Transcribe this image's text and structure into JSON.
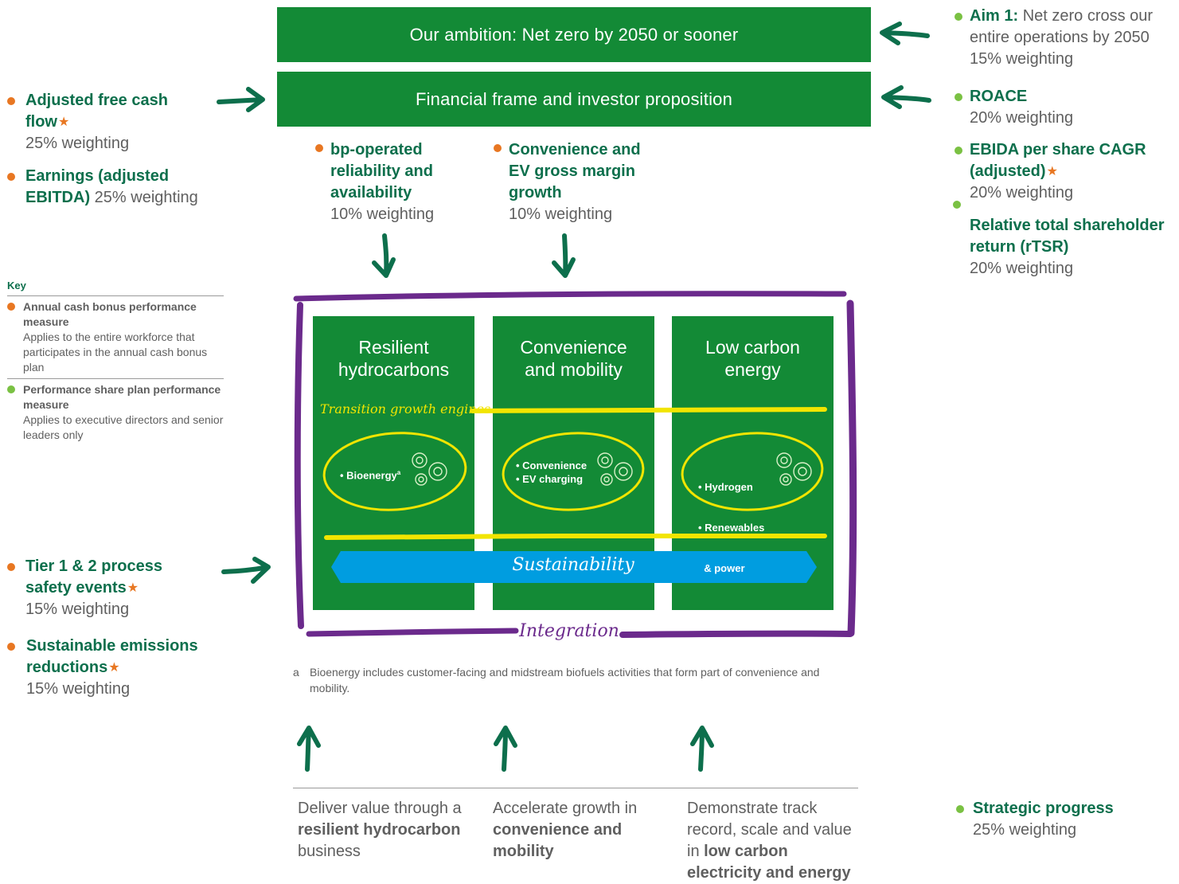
{
  "header": {
    "ambition": "Our ambition: Net zero by 2050 or sooner",
    "financial": "Financial frame and investor proposition"
  },
  "left_measures": [
    {
      "title": "Adjusted free cash flow",
      "weighting": "25% weighting"
    },
    {
      "title": "Earnings (adjusted EBITDA)",
      "weighting": "25% weighting"
    },
    {
      "title": "Tier 1 & 2 process safety events",
      "weighting": "15% weighting"
    },
    {
      "title": "Sustainable emissions reductions",
      "weighting": "15% weighting"
    }
  ],
  "center_measures": [
    {
      "title": "bp-operated reliability and availability",
      "weighting": "10% weighting"
    },
    {
      "title": "Convenience and EV gross margin growth",
      "weighting": "10% weighting"
    }
  ],
  "right_measures": [
    {
      "title": "Aim 1:",
      "text": "Net zero cross our entire operations by 2050",
      "weighting": "15% weighting"
    },
    {
      "title": "ROACE",
      "weighting": "20% weighting"
    },
    {
      "title": "EBIDA per share CAGR (adjusted)",
      "weighting": "20% weighting"
    },
    {
      "title": "Relative total shareholder return (rTSR)",
      "weighting": "20% weighting"
    },
    {
      "title": "Strategic progress",
      "weighting": "25% weighting"
    }
  ],
  "key": {
    "title": "Key",
    "annual_title": "Annual cash bonus performance measure",
    "annual_desc": "Applies to the entire workforce that participates in the annual cash bonus plan",
    "psp_title": "Performance share plan performance measure",
    "psp_desc": "Applies to executive directors and senior leaders only"
  },
  "pillars": [
    {
      "title": "Resilient hydrocarbons",
      "engines": [
        "• Bioenergy"
      ],
      "engine_sup": "a"
    },
    {
      "title": "Convenience and mobility",
      "engines": [
        "• Convenience",
        "• EV charging"
      ]
    },
    {
      "title": "Low carbon energy",
      "engines": [
        "• Hydrogen",
        "• Renewables",
        "  & power"
      ]
    }
  ],
  "transition_label": "Transition growth engines",
  "sustainability_label": "Sustainability",
  "integration_label": "Integration",
  "footnote": {
    "marker": "a",
    "text": "Bioenergy includes customer-facing and midstream biofuels activities that form part of convenience and mobility."
  },
  "bottom": [
    {
      "pre": "Deliver value through a ",
      "bold": "resilient hydrocarbon",
      "post": " business"
    },
    {
      "pre": "Accelerate growth in ",
      "bold": "convenience and mobility",
      "post": ""
    },
    {
      "pre": "Demonstrate track record, scale and value in ",
      "bold": "low carbon electricity and energy",
      "post": ""
    }
  ],
  "colors": {
    "green": "#138a36",
    "teal_text": "#0d6f4c",
    "orange": "#e87722",
    "light_green": "#7ac143",
    "purple": "#6b2a8c",
    "yellow": "#f2e500",
    "blue": "#009de0"
  }
}
